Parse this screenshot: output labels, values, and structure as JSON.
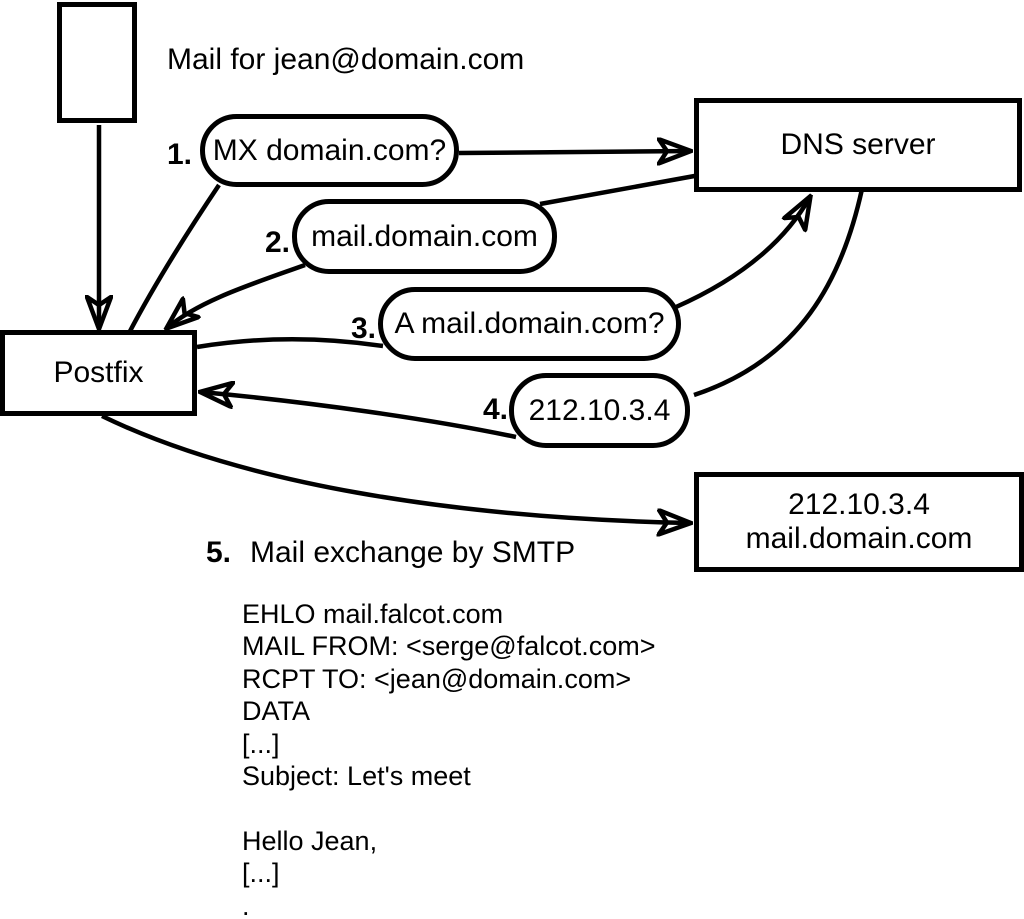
{
  "diagram": {
    "colors": {
      "stroke": "#000000",
      "background": "#ffffff"
    },
    "mail_caption": "Mail for jean@domain.com",
    "nodes": {
      "postfix": {
        "label": "Postfix"
      },
      "dns_server": {
        "label": "DNS server"
      },
      "mail_server": {
        "line1": "212.10.3.4",
        "line2": "mail.domain.com"
      }
    },
    "steps": [
      {
        "num": "1.",
        "label": "MX domain.com?"
      },
      {
        "num": "2.",
        "label": "mail.domain.com"
      },
      {
        "num": "3.",
        "label": "A mail.domain.com?"
      },
      {
        "num": "4.",
        "label": "212.10.3.4"
      },
      {
        "num": "5.",
        "label": "Mail exchange by SMTP"
      }
    ],
    "smtp_session": [
      "EHLO mail.falcot.com",
      "MAIL FROM: <serge@falcot.com>",
      "RCPT TO: <jean@domain.com>",
      "DATA",
      "[...]",
      "Subject: Let's meet",
      "",
      "Hello Jean,",
      "[...]",
      "."
    ]
  }
}
